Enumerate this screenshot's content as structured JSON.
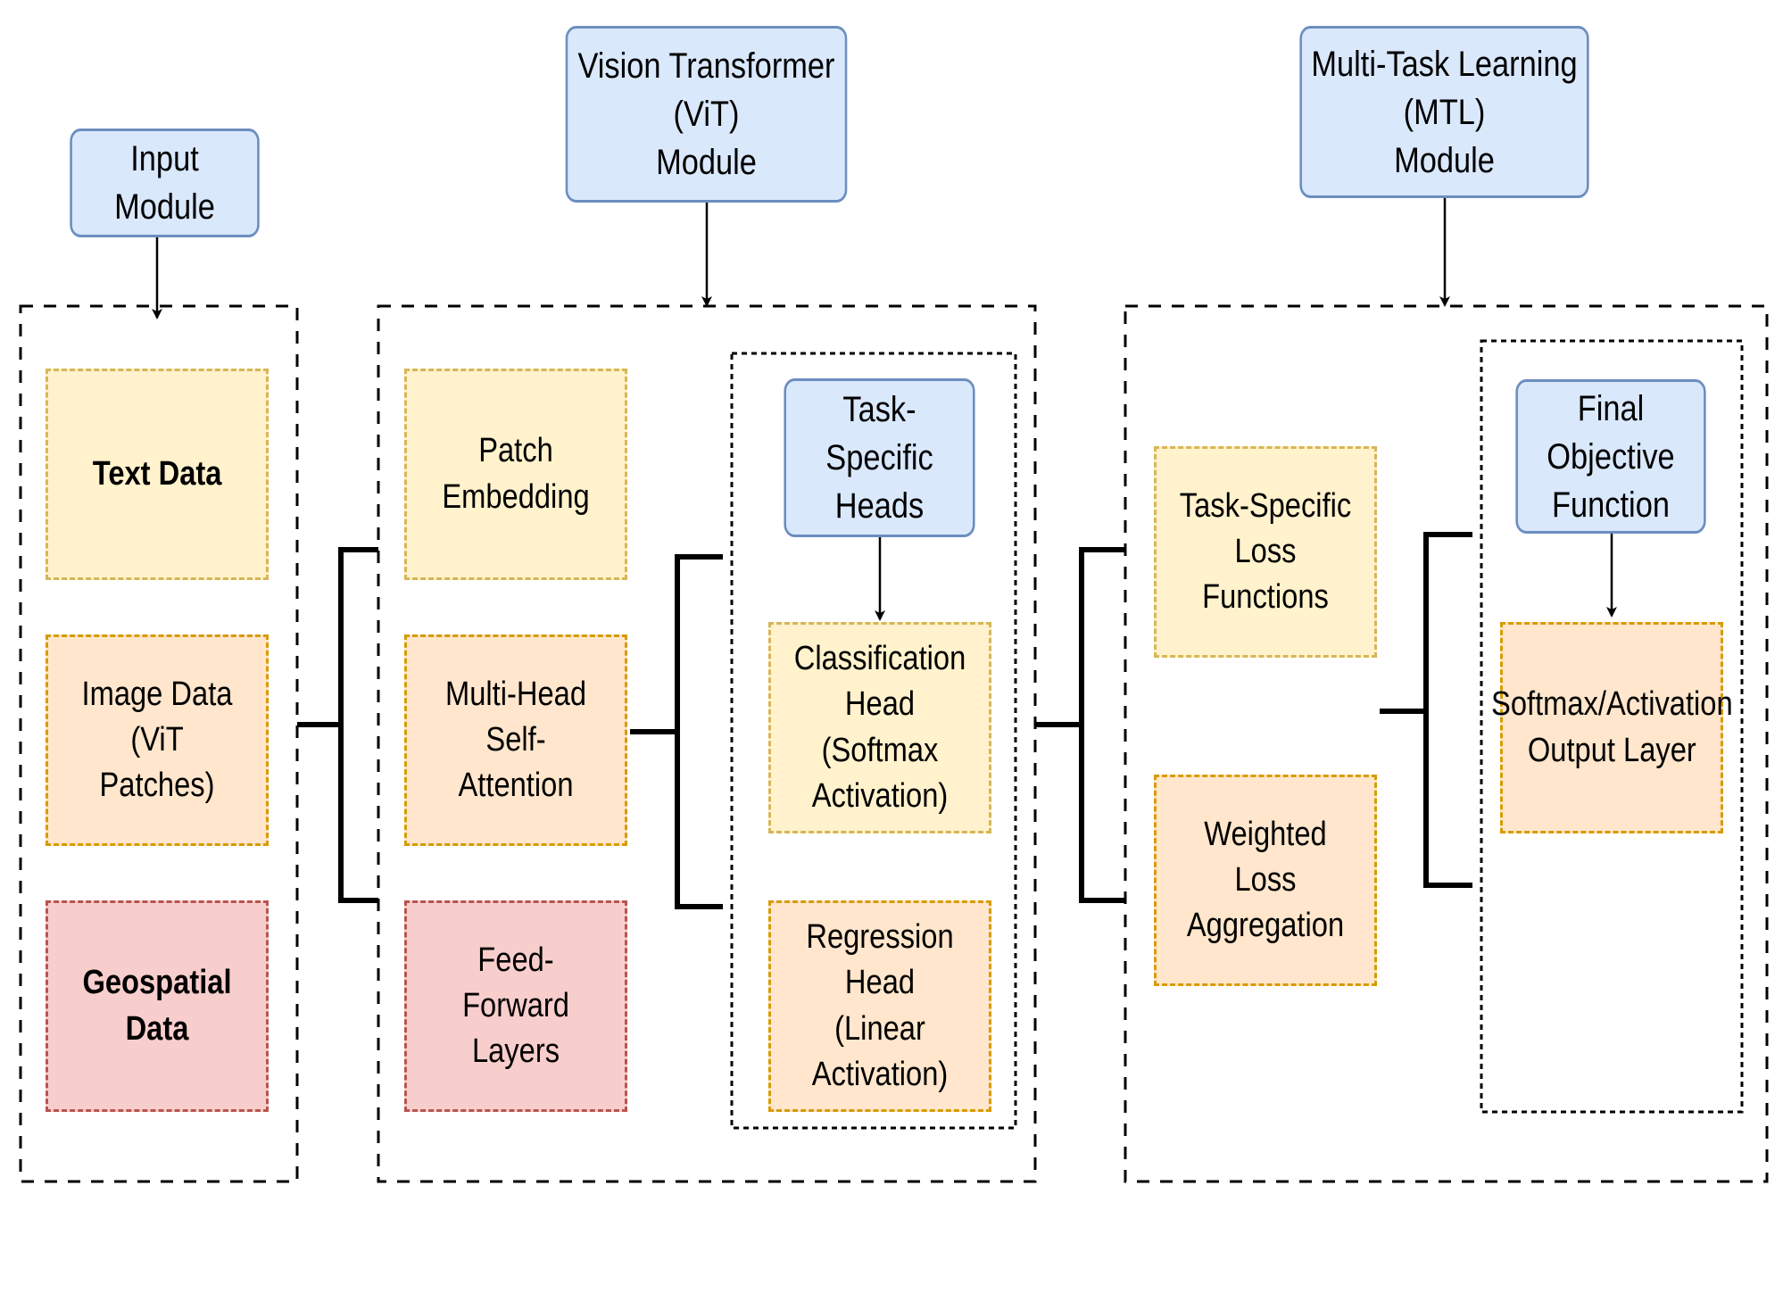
{
  "headers": {
    "input": "Input Module",
    "vit_line1": "Vision Transformer (ViT)",
    "vit_line2": "Module",
    "mtl_line1": "Multi-Task Learning (MTL)",
    "mtl_line2": "Module",
    "tsh_line1": "Task-Specific",
    "tsh_line2": "Heads",
    "final_line1": "Final Objective",
    "final_line2": "Function"
  },
  "input_module": {
    "text_data": "Text Data",
    "image_line1": "Image Data",
    "image_line2": "(ViT Patches)",
    "geo_data": "Geospatial Data"
  },
  "vit_module": {
    "patch_embedding": "Patch Embedding",
    "mhsa_line1": "Multi-Head Self-",
    "mhsa_line2": "Attention",
    "ff_line1": "Feed-Forward",
    "ff_line2": "Layers"
  },
  "heads": {
    "class_line1": "Classification Head",
    "class_line2": "(Softmax Activation)",
    "reg_line1": "Regression Head",
    "reg_line2": "(Linear Activation)"
  },
  "mtl_module": {
    "tsl_line1": "Task-Specific Loss",
    "tsl_line2": "Functions",
    "wla_line1": "Weighted Loss",
    "wla_line2": "Aggregation",
    "softmax_line1": "Softmax/Activation",
    "softmax_line2": "Output Layer"
  },
  "colors": {
    "header_fill": "#dae8fc",
    "header_stroke": "#6c8ebf",
    "yellow_fill": "#fff2cc",
    "yellow_stroke": "#d6b656",
    "orange_fill": "#ffe6cc",
    "orange_stroke": "#d79b00",
    "red_fill": "#f8cecc",
    "red_stroke": "#b85450"
  }
}
